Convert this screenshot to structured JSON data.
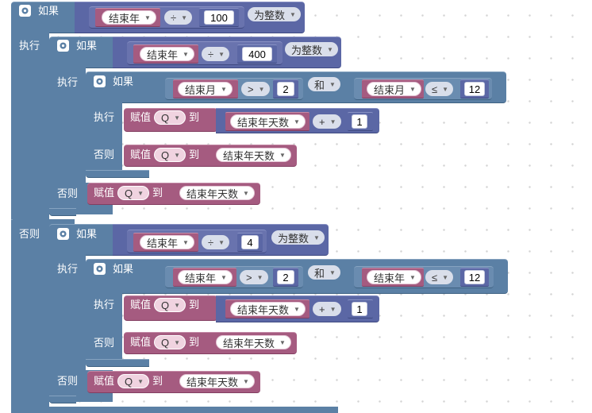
{
  "keywords": {
    "if": "如果",
    "do": "执行",
    "else": "否则",
    "set": "赋值",
    "to": "到",
    "and": "和"
  },
  "variables": {
    "year_end": "结束年",
    "month_end": "结束月",
    "year_end_days": "结束年天数",
    "q": "Q"
  },
  "operators": {
    "divide": "÷",
    "gt": ">",
    "le": "≤",
    "plus": "+",
    "is_integer": "为整数"
  },
  "numbers": {
    "n100": "100",
    "n400": "400",
    "n4": "4",
    "n2": "2",
    "n12": "12",
    "n1": "1"
  },
  "colors": {
    "control_block": "#5b80a5",
    "math_block": "#5b67a5",
    "variable_block": "#a55b80",
    "workspace_background": "#ffffff"
  }
}
